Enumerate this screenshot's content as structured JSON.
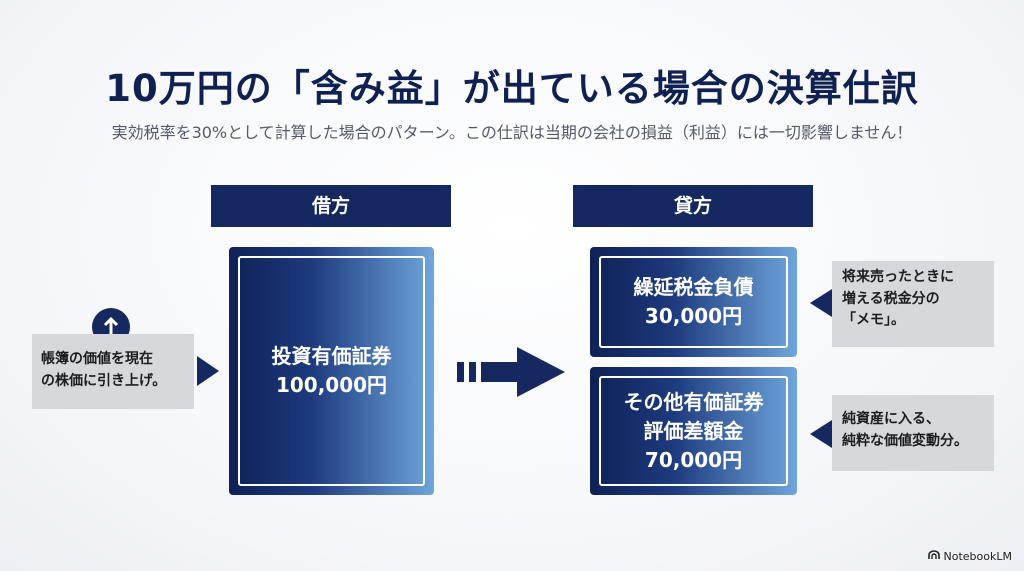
{
  "title": "10万円の「含み益」が出ている場合の決算仕訳",
  "subtitle": "実効税率を30%として計算した場合のパターン。この仕訳は当期の会社の損益（利益）には一切影響しません！",
  "debit": {
    "header": "借方",
    "card": {
      "line1": "投資有価証券",
      "line2": "100,000円"
    },
    "note": {
      "line1": "帳簿の価値を現在",
      "line2": "の株価に引き上げ。"
    }
  },
  "credit": {
    "header": "貸方",
    "card1": {
      "line1": "繰延税金負債",
      "line2": "30,000円"
    },
    "note1": {
      "line1": "将来売ったときに",
      "line2": "増える税金分の",
      "line3": "「メモ」。"
    },
    "card2": {
      "line1": "その他有価証券",
      "line2": "評価差額金",
      "line3": "70,000円"
    },
    "note2": {
      "line1": "純資産に入る、",
      "line2": "純粋な価値変動分。"
    }
  },
  "icons": {
    "up": "arrow-up-icon",
    "flow": "arrow-right-icon"
  },
  "colors": {
    "navy": "#15285f",
    "accent": "#6fa6dc",
    "note_bg": "#d6d8db"
  },
  "brand": "NotebookLM"
}
